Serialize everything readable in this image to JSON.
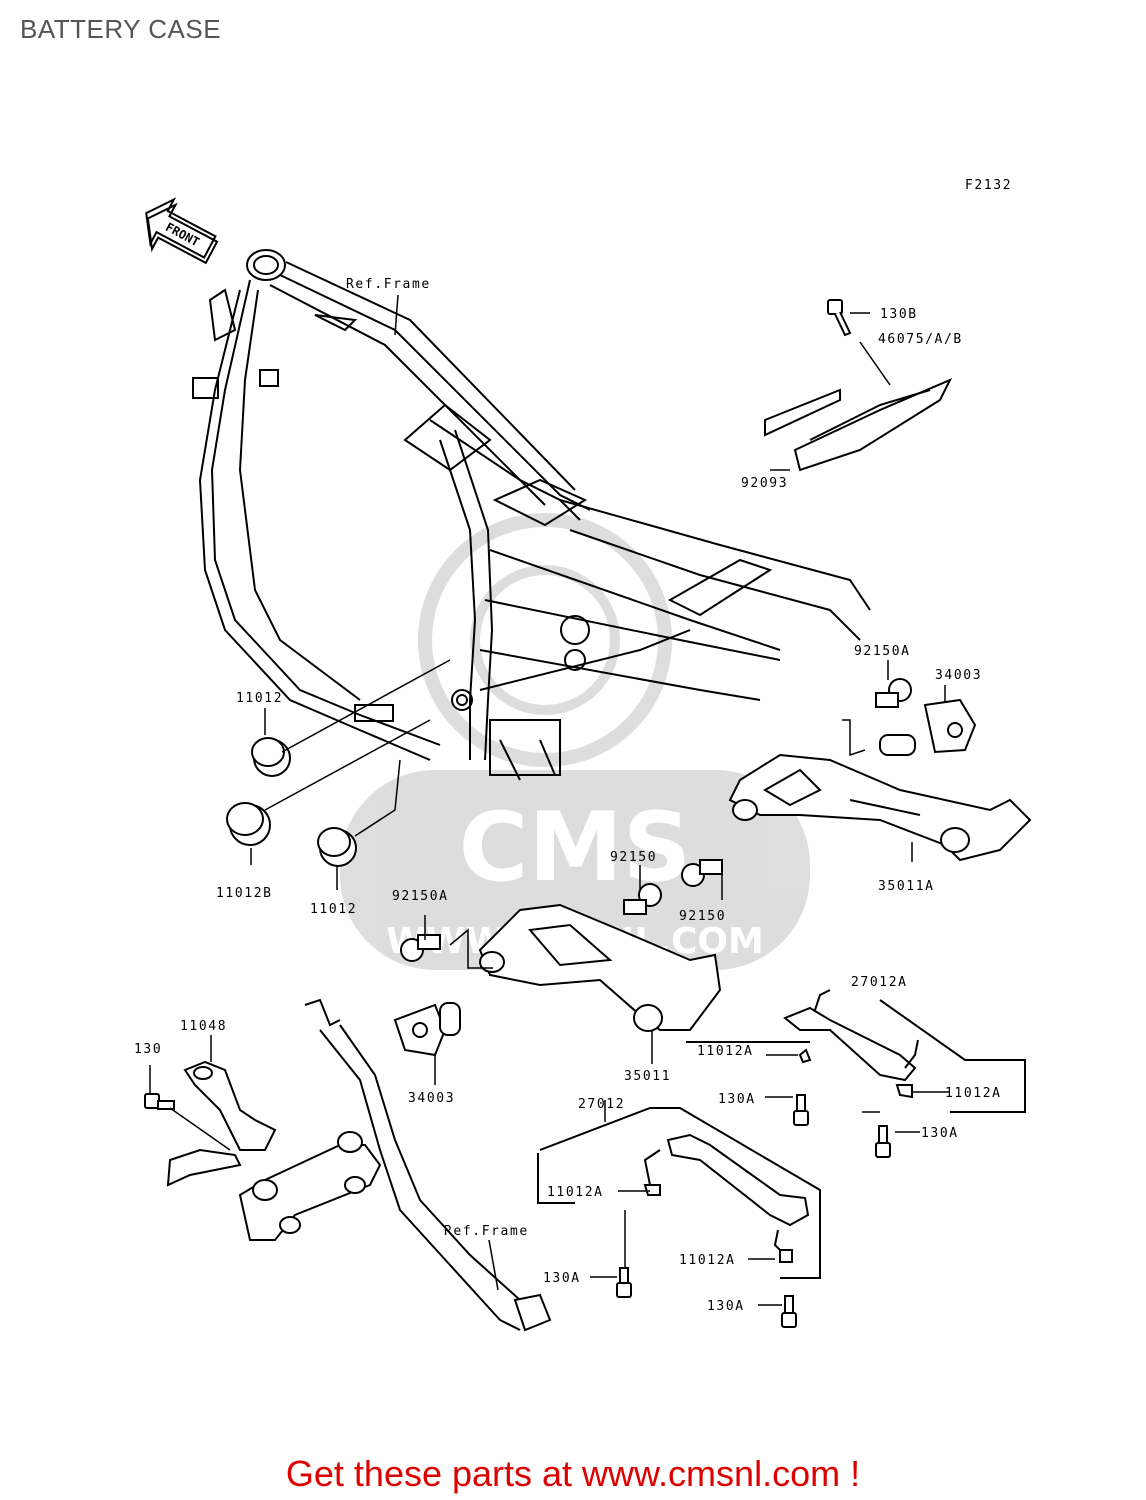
{
  "header": {
    "title": "BATTERY CASE"
  },
  "figure_code": "F2132",
  "front_label": "FRONT",
  "watermark": {
    "brand": "CMS",
    "url": "WWW.CMSNL.COM"
  },
  "callouts": [
    "Ref.Frame",
    "130B",
    "46075/A/B",
    "92093",
    "92150A",
    "34003",
    "11012",
    "11012B",
    "11012",
    "92150",
    "92150A",
    "92150",
    "35011A",
    "27012A",
    "11012A",
    "11012A",
    "130A",
    "130A",
    "11048",
    "130",
    "34003",
    "35011",
    "27012",
    "11012A",
    "11012A",
    "130A",
    "130A",
    "Ref.Frame"
  ],
  "footer": {
    "text": "Get these parts at www.cmsnl.com !"
  }
}
